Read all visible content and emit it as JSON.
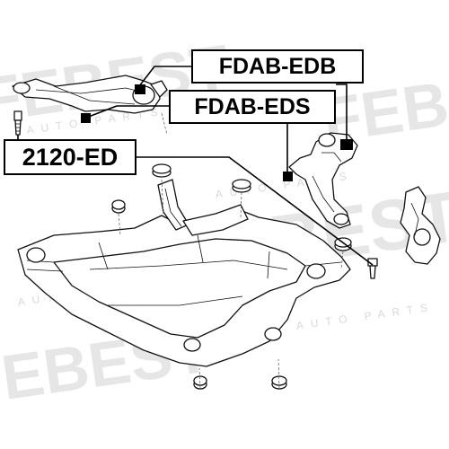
{
  "labels": {
    "edb": "FDAB-EDB",
    "eds": "FDAB-EDS",
    "ed": "2120-ED"
  },
  "watermark": {
    "brand": "FEBEST",
    "sub": "AUTO PARTS"
  },
  "colors": {
    "line": "#111111",
    "marker": "#000000",
    "watermark": "#e6e6e6",
    "background": "#ffffff"
  }
}
